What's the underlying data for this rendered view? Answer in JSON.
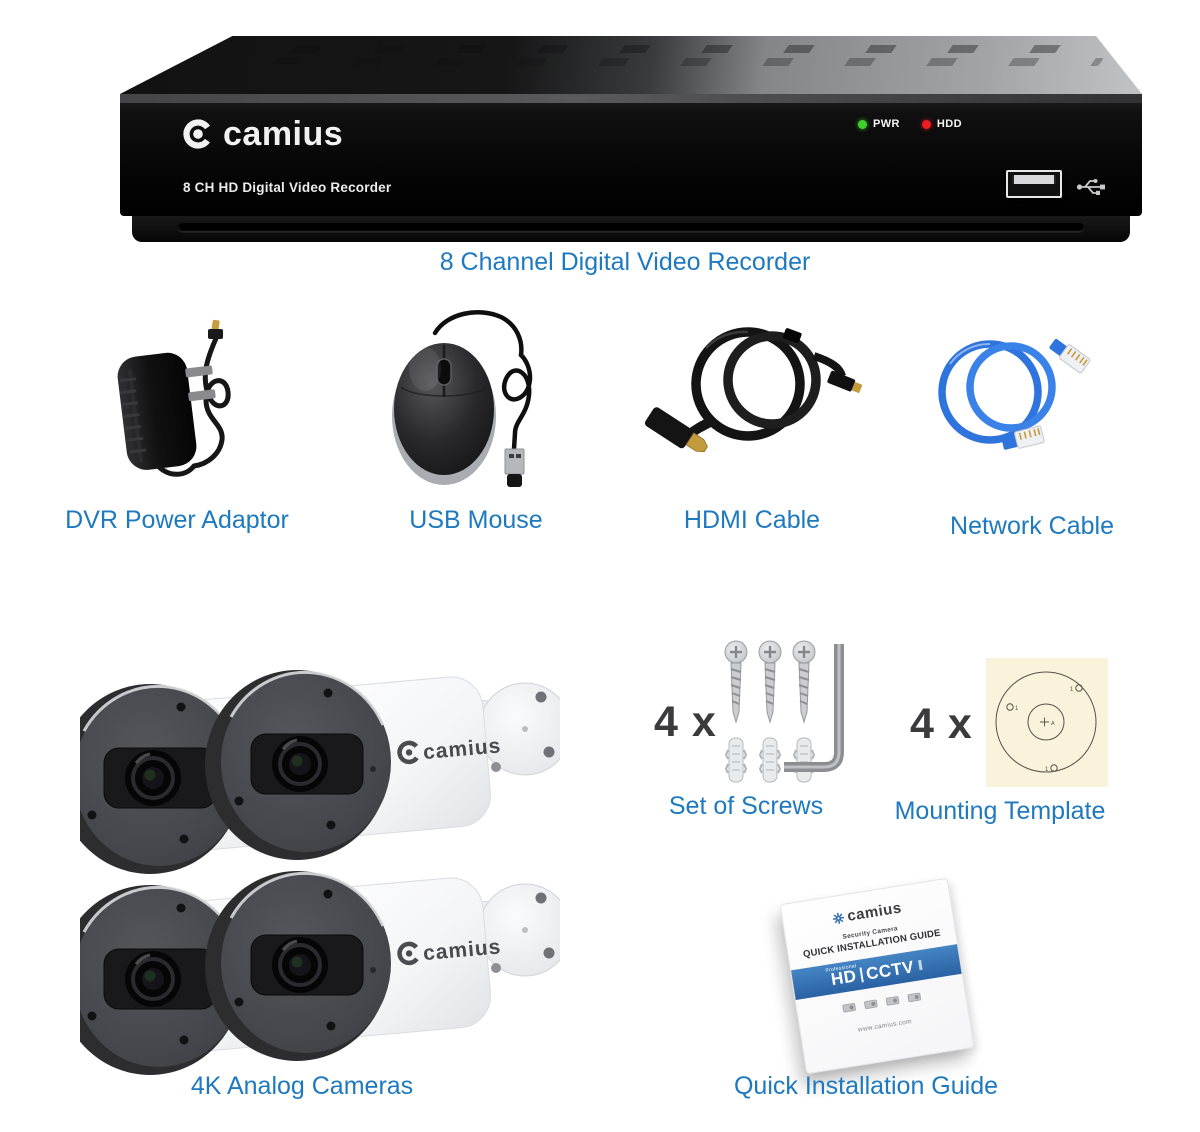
{
  "colors": {
    "caption_blue": "#1E79BF",
    "pwr_green": "#3ED32A",
    "hdd_red": "#EF1C24",
    "network_cable_blue": "#2F74DD",
    "guide_band_blue": "#2E6DB0",
    "template_cream": "#F8F3DA",
    "count_gray": "#3B3B3D"
  },
  "dvr": {
    "brand": "camius",
    "front_label": "8 CH HD Digital Video Recorder",
    "pwr_label": "PWR",
    "hdd_label": "HDD",
    "caption": "8 Channel Digital Video Recorder"
  },
  "accessories": [
    {
      "name": "power-adaptor",
      "caption": "DVR Power Adaptor"
    },
    {
      "name": "usb-mouse",
      "caption": "USB Mouse"
    },
    {
      "name": "hdmi-cable",
      "caption": "HDMI Cable"
    },
    {
      "name": "network-cable",
      "caption": "Network Cable"
    }
  ],
  "cameras": {
    "brand": "camius",
    "caption": "4K Analog Cameras"
  },
  "screws": {
    "count_label": "4 x",
    "caption": "Set of Screws"
  },
  "mounting_template": {
    "count_label": "4 x",
    "caption": "Mounting Template",
    "hole_mark": "1",
    "center_mark": "A"
  },
  "guide": {
    "brand": "camius",
    "subtitle": "Security Camera",
    "title": "QUICK INSTALLATION GUIDE",
    "band_professional": "Professional",
    "band_hd": "HD",
    "band_cctv": "CCTV",
    "url": "www.camius.com",
    "caption": "Quick Installation Guide"
  }
}
